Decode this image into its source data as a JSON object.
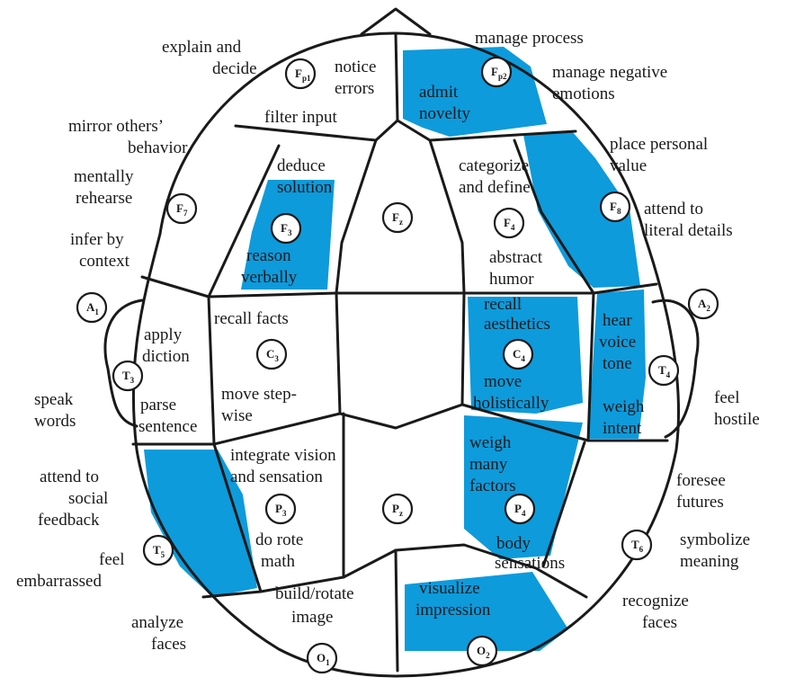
{
  "colors": {
    "highlight": "#0d9bdc",
    "outline": "#1a1a1a",
    "background": "#ffffff"
  },
  "electrodes": [
    {
      "id": "fp1",
      "name": "F",
      "sub": "p1",
      "highlighted": false
    },
    {
      "id": "fp2",
      "name": "F",
      "sub": "p2",
      "highlighted": true
    },
    {
      "id": "f7",
      "name": "F",
      "sub": "7",
      "highlighted": false
    },
    {
      "id": "f3",
      "name": "F",
      "sub": "3",
      "highlighted": true
    },
    {
      "id": "fz",
      "name": "F",
      "sub": "z",
      "highlighted": false
    },
    {
      "id": "f4",
      "name": "F",
      "sub": "4",
      "highlighted": false
    },
    {
      "id": "f8",
      "name": "F",
      "sub": "8",
      "highlighted": true
    },
    {
      "id": "a1",
      "name": "A",
      "sub": "1",
      "highlighted": false
    },
    {
      "id": "a2",
      "name": "A",
      "sub": "2",
      "highlighted": false
    },
    {
      "id": "t3",
      "name": "T",
      "sub": "3",
      "highlighted": false
    },
    {
      "id": "c3",
      "name": "C",
      "sub": "3",
      "highlighted": false
    },
    {
      "id": "c4",
      "name": "C",
      "sub": "4",
      "highlighted": true
    },
    {
      "id": "t4",
      "name": "T",
      "sub": "4",
      "highlighted": true
    },
    {
      "id": "t5",
      "name": "T",
      "sub": "5",
      "highlighted": true
    },
    {
      "id": "p3",
      "name": "P",
      "sub": "3",
      "highlighted": false
    },
    {
      "id": "pz",
      "name": "P",
      "sub": "z",
      "highlighted": false
    },
    {
      "id": "p4",
      "name": "P",
      "sub": "4",
      "highlighted": true
    },
    {
      "id": "t6",
      "name": "T",
      "sub": "6",
      "highlighted": false
    },
    {
      "id": "o1",
      "name": "O",
      "sub": "1",
      "highlighted": false
    },
    {
      "id": "o2",
      "name": "O",
      "sub": "2",
      "highlighted": true
    }
  ],
  "labels": {
    "explain_and": "explain and",
    "decide": "decide",
    "notice": "notice",
    "errors": "errors",
    "manage_process": "manage process",
    "manage_negative": "manage negative",
    "emotions": "emotions",
    "admit": "admit",
    "novelty": "novelty",
    "filter_input": "filter input",
    "mirror_others": "mirror others’",
    "behavior": "behavior",
    "place_personal": "place personal",
    "value": "value",
    "deduce": "deduce",
    "solution": "solution",
    "categorize": "categorize",
    "and_define": "and define",
    "mentally": "mentally",
    "rehearse": "rehearse",
    "attend_to": "attend to",
    "literal_details": "literal details",
    "infer_by": "infer by",
    "context": "context",
    "reason": "reason",
    "verbally": "verbally",
    "abstract": "abstract",
    "humor": "humor",
    "recall_facts": "recall facts",
    "recall": "recall",
    "aesthetics": "aesthetics",
    "hear": "hear",
    "voice": "voice",
    "tone": "tone",
    "apply": "apply",
    "diction": "diction",
    "speak": "speak",
    "words": "words",
    "parse": "parse",
    "sentence": "sentence",
    "move_step": "move step-",
    "wise": "wise",
    "move": "move",
    "holistically": "holistically",
    "weigh": "weigh",
    "intent": "intent",
    "feel": "feel",
    "hostile": "hostile",
    "integrate_vision": "integrate vision",
    "and_sensation": "and sensation",
    "weigh_many_1": "weigh",
    "many": "many",
    "factors": "factors",
    "attend_to_2": "attend to",
    "social": "social",
    "feedback": "feedback",
    "foresee": "foresee",
    "futures": "futures",
    "do_rote": "do rote",
    "math": "math",
    "body": "body",
    "sensations": "sensations",
    "symbolize": "symbolize",
    "meaning": "meaning",
    "feel_2": "feel",
    "embarrassed": "embarrassed",
    "build_rotate": "build/rotate",
    "image": "image",
    "visualize": "visualize",
    "impression": "impression",
    "recognize": "recognize",
    "faces": "faces",
    "analyze": "analyze",
    "faces_2": "faces"
  }
}
